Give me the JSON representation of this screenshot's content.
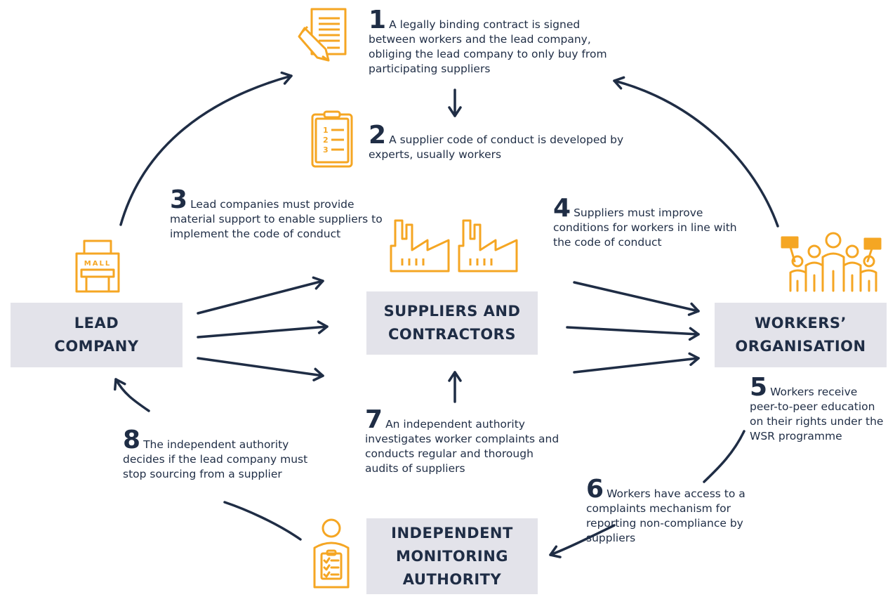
{
  "nodes": {
    "lead_company": [
      "LEAD",
      "COMPANY"
    ],
    "suppliers": [
      "SUPPLIERS AND",
      "CONTRACTORS"
    ],
    "workers": [
      "WORKERS’",
      "ORGANISATION"
    ],
    "authority": [
      "INDEPENDENT",
      "MONITORING",
      "AUTHORITY"
    ]
  },
  "steps": [
    {
      "num": "1",
      "text": "A legally binding contract is signed between workers and the lead company, obliging the lead company to only buy from participating suppliers"
    },
    {
      "num": "2",
      "text": "A supplier code of conduct is developed by experts, usually workers"
    },
    {
      "num": "3",
      "text": "Lead companies must provide material support to enable suppliers to implement the code of conduct"
    },
    {
      "num": "4",
      "text": "Suppliers must improve conditions for workers in line with the code of conduct"
    },
    {
      "num": "5",
      "text": "Workers receive peer-to-peer education on their rights under the WSR programme"
    },
    {
      "num": "6",
      "text": "Workers have access to a complaints mechanism for reporting non-compliance by suppliers"
    },
    {
      "num": "7",
      "text": "An independent authority investigates worker complaints and conducts regular and thorough audits of suppliers"
    },
    {
      "num": "8",
      "text": "The independent authority decides if the lead company must stop sourcing from a supplier"
    }
  ],
  "icons": {
    "mall_sign": "MALL",
    "checklist_numbers": [
      "1",
      "2",
      "3"
    ]
  },
  "colors": {
    "navy": "#1f2d45",
    "orange": "#f5a623",
    "box": "#e3e3ea"
  }
}
